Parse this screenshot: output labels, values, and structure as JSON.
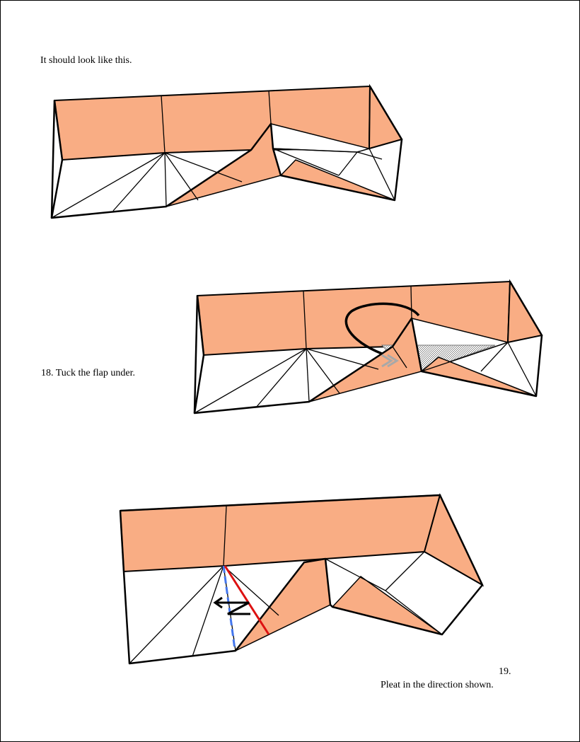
{
  "colors": {
    "paper_colored": "#f9ad84",
    "paper_white": "#ffffff",
    "outline": "#000000",
    "valley_fold": "#4477ee",
    "mountain_fold": "#dd1111",
    "hatch": "#9a9a9a",
    "tuck_arrow_outline": "#a8a8a8"
  },
  "captions": {
    "intro": "It should look like this.",
    "step18": "18.  Tuck the flap under.",
    "step19_number": "19.",
    "step19_text": "Pleat in the direction shown."
  },
  "figures": [
    {
      "name": "result-figure",
      "icon": "folded-model-diagram"
    },
    {
      "name": "step-18-figure",
      "icon": "folded-model-with-tuck-arrow"
    },
    {
      "name": "step-19-figure",
      "icon": "folded-model-with-pleat-lines"
    }
  ]
}
